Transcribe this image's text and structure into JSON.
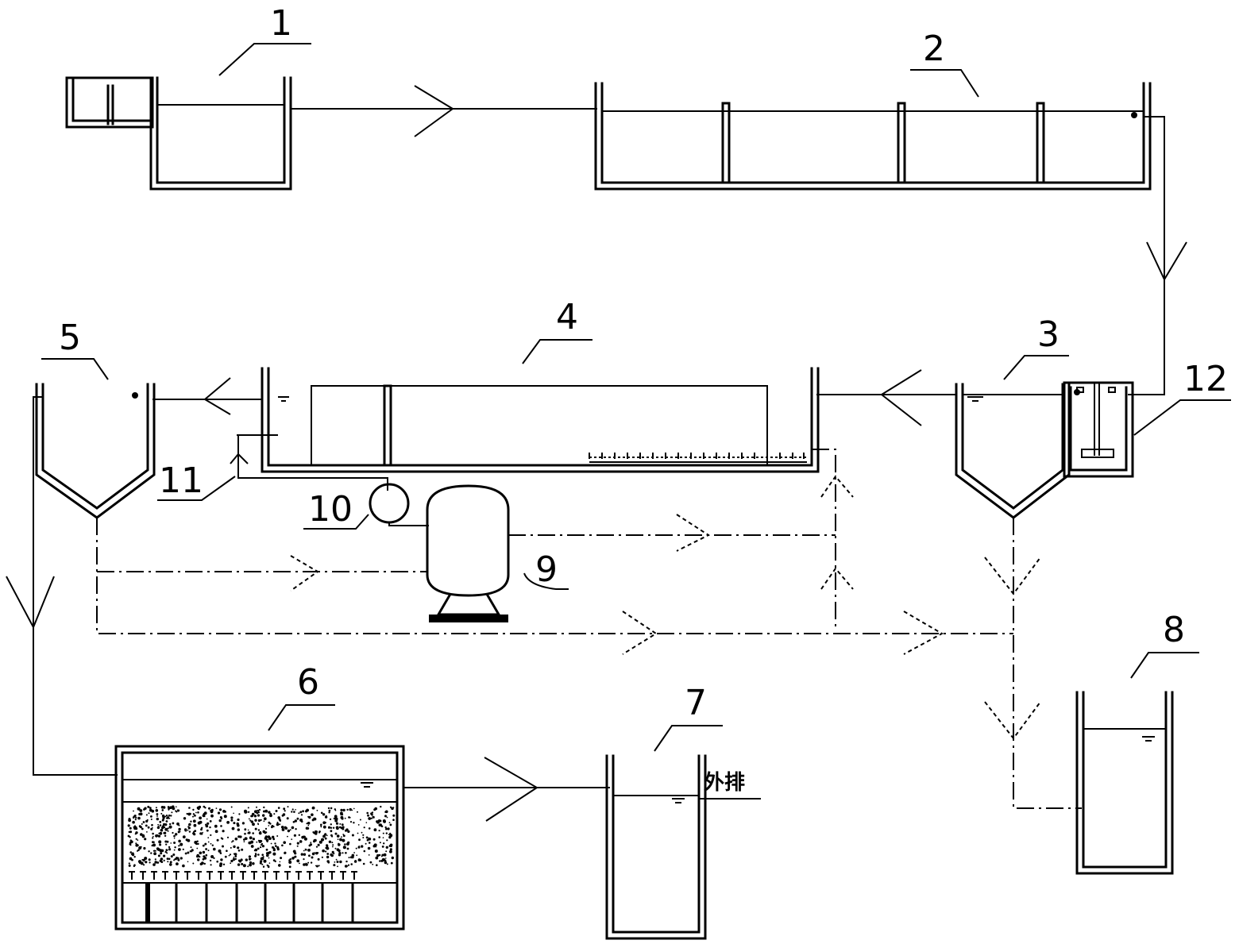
{
  "labels": [
    "1",
    "2",
    "3",
    "4",
    "5",
    "6",
    "7",
    "8",
    "9",
    "10",
    "11",
    "12"
  ],
  "discharge_text": "外排"
}
